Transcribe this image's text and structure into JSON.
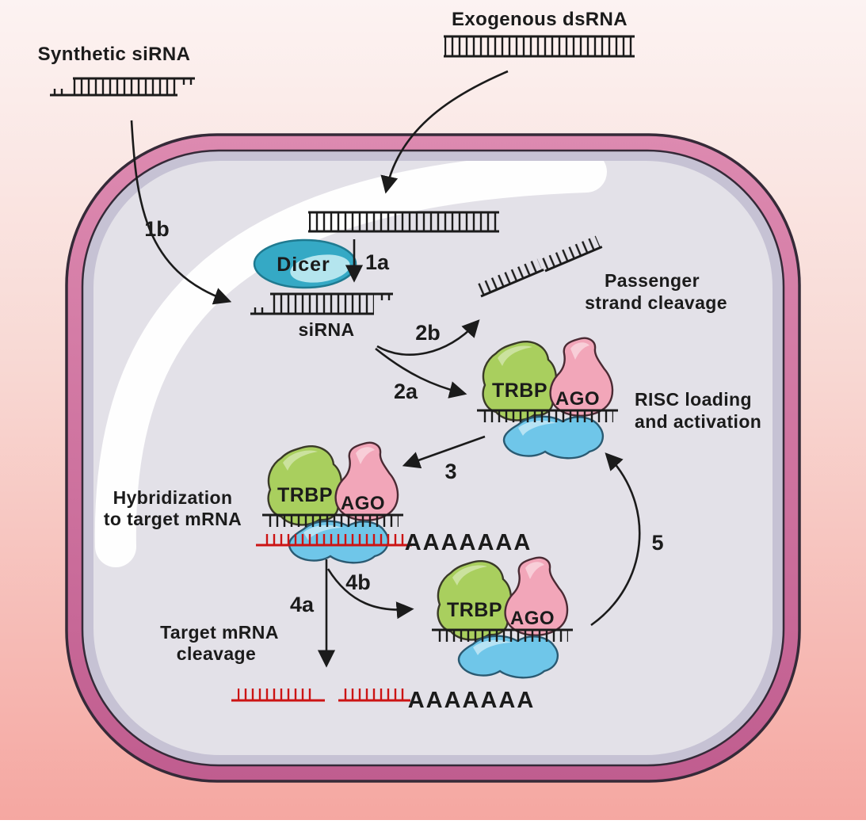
{
  "diagram": {
    "type": "pathway-diagram",
    "subject": "RNA interference (siRNA / RISC) pathway inside a cell"
  },
  "labels": {
    "synthetic_sirna": "Synthetic siRNA",
    "exogenous_dsrna": "Exogenous dsRNA",
    "dicer": "Dicer",
    "sirna": "siRNA",
    "passenger_line1": "Passenger",
    "passenger_line2": "strand cleavage",
    "risc_line1": "RISC loading",
    "risc_line2": "and activation",
    "hybridization_line1": "Hybridization",
    "hybridization_line2": "to target mRNA",
    "target_line1": "Target mRNA",
    "target_line2": "cleavage",
    "trbp": "TRBP",
    "ago": "AGO",
    "polya_mid": "AAAAAAA",
    "polya_bottom": "AAAAAAA"
  },
  "steps": {
    "s1a": "1a",
    "s1b": "1b",
    "s2a": "2a",
    "s2b": "2b",
    "s3": "3",
    "s4a": "4a",
    "s4b": "4b",
    "s5": "5"
  },
  "colors": {
    "bg_top": "#fcf3f2",
    "bg_mid": "#f8d8d3",
    "bg_bottom": "#f5a7a1",
    "membrane_top": "#dd8ab0",
    "membrane_bottom": "#c05d8f",
    "inner_band": "#c6c2d4",
    "cytoplasm": "#e3e1e8",
    "outline": "#352a38",
    "ink": "#1b1b1b",
    "dicer_main": "#35a9c5",
    "dicer_light": "#c2ebf2",
    "trbp_green": "#a9cf5e",
    "ago_pink": "#f2a6b9",
    "risc_blue": "#6fc6e9",
    "mrna_red": "#cc1414",
    "highlight_white": "#ffffff"
  }
}
